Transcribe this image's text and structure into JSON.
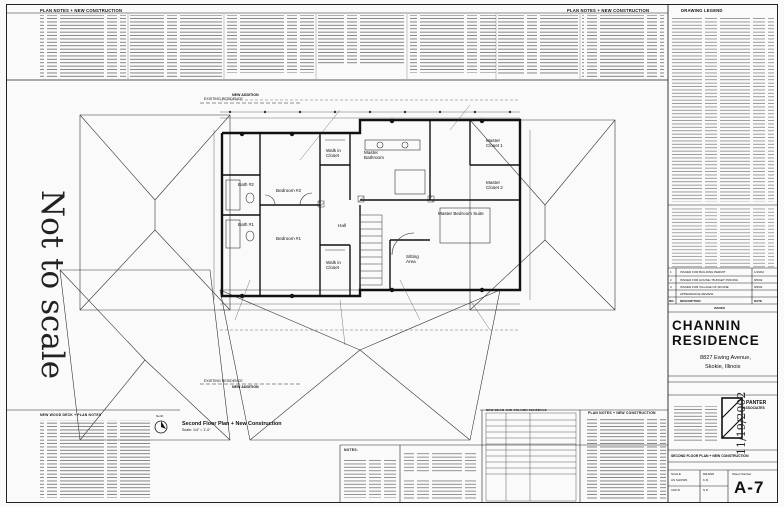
{
  "sheet": {
    "plan_notes_header_left": "PLAN NOTES + NEW CONSTRUCTION",
    "plan_notes_header_right": "PLAN NOTES + NEW CONSTRUCTION",
    "legend_header": "DRAWING LEGEND",
    "plan_notes_bottom": "PLAN NOTES + NEW CONSTRUCTION",
    "wood_deck_notes": "NEW WOOD DECK + PLAN NOTES",
    "notes_label": "NOTES:",
    "schedule_label": "NEW BEAM AND COLUMN SCHEDULE",
    "issues_label": "ISSUES"
  },
  "stamp": {
    "text": "Not to scale",
    "date": "11/19/2002"
  },
  "plan": {
    "title": "Second Floor Plan + New Construction",
    "scale": "Scale: 1/4\" = 1'-0\"",
    "north": "North",
    "existing_residence_top": "EXISTING RESIDENCE",
    "new_addition_top": "NEW ADDITION",
    "existing_residence_bottom": "EXISTING RESIDENCE",
    "new_addition_bottom": "NEW ADDITION",
    "rooms": {
      "bath2": "Bath #2",
      "bath1": "Bath #1",
      "bedroom2": "Bedroom #2",
      "bedroom1": "Bedroom #1",
      "walkin1": "Walk in Closet",
      "walkin2": "Walk in Closet",
      "master_bath": "Master Bathroom",
      "master_closet1": "Master Closet 1",
      "master_closet2": "Master Closet 2",
      "master_suite": "Master Bedroom Suite",
      "sitting": "Sitting Area",
      "hall": "Hall"
    }
  },
  "issues": [
    {
      "no": "1",
      "text": "ISSUED FOR BUILDING PERMIT",
      "date": "1/19/02"
    },
    {
      "no": "2",
      "text": "ISSUED FOR HOUSE / BUDGET PRICING",
      "date": "8/6/02"
    },
    {
      "no": "3",
      "text": "ISSUED FOR VILLAGE OF SKOKIE",
      "date": "9/9/02"
    },
    {
      "no": "",
      "text": "APPEARANCE REVIEW",
      "date": ""
    },
    {
      "no": "NO.",
      "text": "DESCRIPTION",
      "date": "DATE"
    }
  ],
  "project": {
    "name_line1": "CHANNIN",
    "name_line2": "RESIDENCE",
    "address": "8827 Ewing Avenue,",
    "city": "Skokie, Illinois"
  },
  "firm": {
    "name_line1": "PANTER",
    "name_line2": "ASSOCIATES"
  },
  "sheet_info": {
    "drawing_title": "SECOND FLOOR PLAN + NEW CONSTRUCTION",
    "scale_label": "SCALE",
    "scale_value": "AS SHOWN",
    "drawn_label": "DRAWN",
    "drawn_value": "K.R.",
    "checked_label": "CHK'D",
    "checked_value": "S.P.",
    "sheet_number_label": "Sheet Number",
    "sheet_number": "A-7"
  }
}
